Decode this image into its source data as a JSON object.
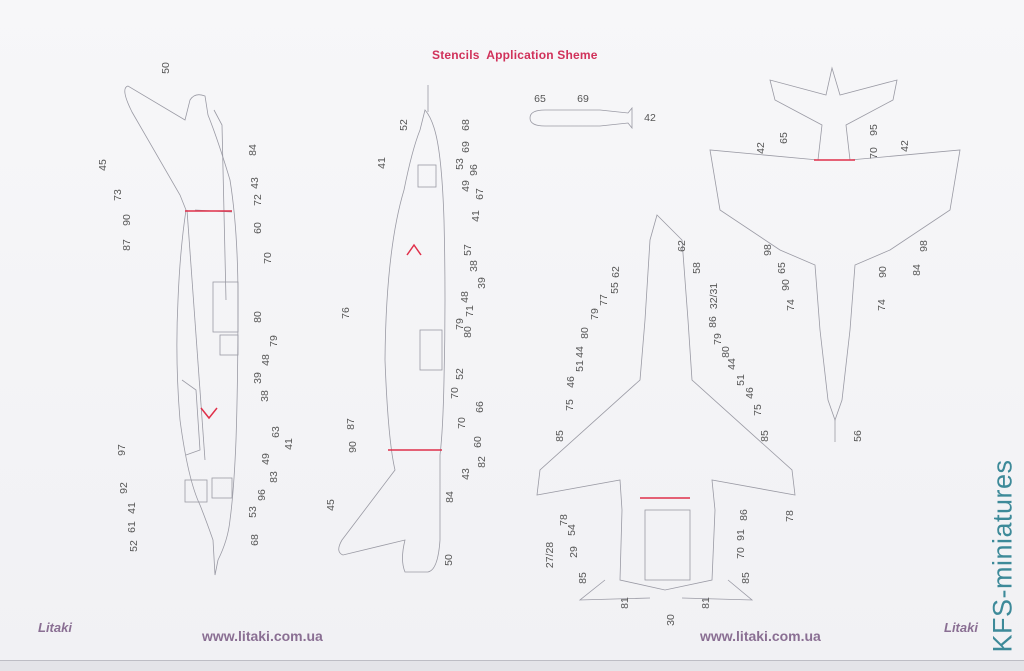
{
  "title": "Stencils  Application Sheme",
  "footer": {
    "url_left": "www.litaki.com.ua",
    "url_right": "www.litaki.com.ua",
    "logo_text": "Litaki"
  },
  "watermark": "KFS-miniatures",
  "colors": {
    "title": "#d0315a",
    "url": "#8a6f93",
    "watermark": "#3d8a99",
    "stencil_red": "#e0304a"
  },
  "views": {
    "left_side": [
      "50",
      "45",
      "73",
      "90",
      "87",
      "84",
      "43",
      "72",
      "60",
      "70",
      "80",
      "79",
      "48",
      "39",
      "38",
      "63",
      "41",
      "49",
      "83",
      "96",
      "53",
      "68",
      "97",
      "92",
      "41",
      "61",
      "52"
    ],
    "right_side": [
      "52",
      "68",
      "69",
      "53",
      "96",
      "49",
      "67",
      "41",
      "41",
      "57",
      "38",
      "39",
      "48",
      "71",
      "79",
      "80",
      "76",
      "52",
      "70",
      "66",
      "70",
      "60",
      "82",
      "43",
      "84",
      "87",
      "90",
      "45",
      "50"
    ],
    "tank": [
      "65",
      "69",
      "42"
    ],
    "underside": [
      "62",
      "62",
      "58",
      "55",
      "77",
      "79",
      "80",
      "44",
      "51",
      "46",
      "75",
      "85",
      "86",
      "32/31",
      "79",
      "80",
      "44",
      "51",
      "46",
      "75",
      "85",
      "78",
      "54",
      "29",
      "27/28",
      "85",
      "81",
      "30",
      "81",
      "85",
      "70",
      "91",
      "86",
      "78"
    ],
    "upper": [
      "42",
      "65",
      "95",
      "70",
      "42",
      "98",
      "65",
      "90",
      "74",
      "98",
      "90",
      "84",
      "74",
      "56"
    ]
  }
}
